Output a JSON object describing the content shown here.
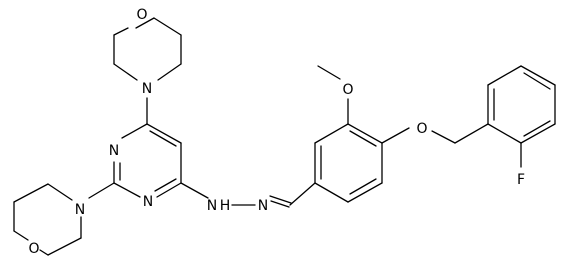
{
  "figure": {
    "type": "chemical-structure"
  },
  "atoms": {
    "morph_top_O": "O",
    "morph_top_N": "N",
    "morph_bottom_O": "O",
    "morph_bottom_N": "N",
    "pyr_N1": "N",
    "pyr_N3": "N",
    "hydrazone_NH": "N",
    "hydrazone_H": "H",
    "hydrazone_N": "N",
    "methoxy_O": "O",
    "benzyl_O": "O",
    "fluoro": "F"
  },
  "colors": {
    "ink": "#000000",
    "background": "#ffffff"
  }
}
